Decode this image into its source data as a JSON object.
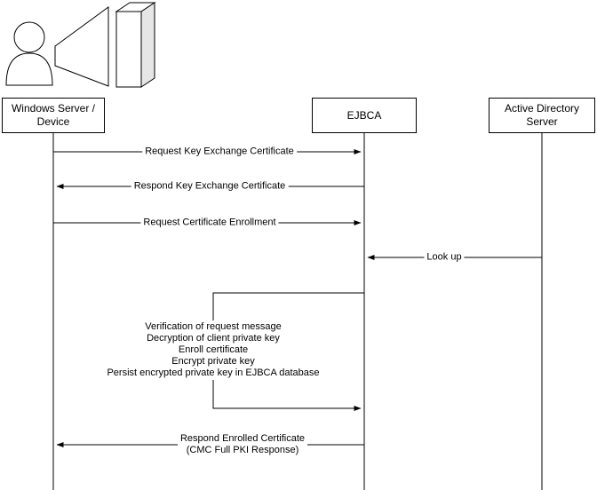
{
  "diagram": {
    "type": "sequence-diagram",
    "colors": {
      "stroke": "#000000",
      "fill": "#ffffff",
      "shaded_side": "#e6e6e6"
    },
    "actors": {
      "windows": {
        "line1": "Windows Server /",
        "line2": "Device"
      },
      "ejbca": {
        "label": "EJBCA"
      },
      "ad": {
        "line1": "Active Directory",
        "line2": "Server"
      }
    },
    "messages": {
      "m1": "Request Key Exchange Certificate",
      "m2": "Respond Key Exchange Certificate",
      "m3": "Request Certificate Enrollment",
      "m4": "Look up",
      "m5_line1": "Respond Enrolled Certificate",
      "m5_line2": "(CMC Full PKI Response)"
    },
    "process": {
      "line1": "Verification of request message",
      "line2": "Decryption of client private key",
      "line3": "Enroll certificate",
      "line4": "Encrypt private key",
      "line5": "Persist encrypted private key in EJBCA database"
    }
  }
}
